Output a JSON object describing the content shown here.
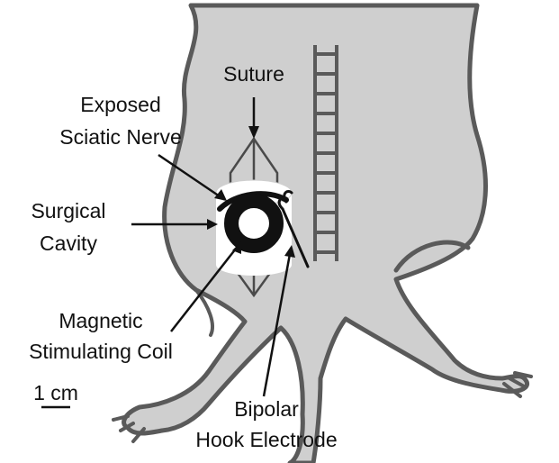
{
  "labels": {
    "suture": "Suture",
    "exposed_line1": "Exposed",
    "exposed_line2": "Sciatic Nerve",
    "surgical_line1": "Surgical",
    "surgical_line2": "Cavity",
    "magnetic_line1": "Magnetic",
    "magnetic_line2": "Stimulating Coil",
    "bipolar_line1": "Bipolar",
    "bipolar_line2": "Hook Electrode",
    "scale": "1 cm"
  },
  "colors": {
    "body_fill": "#cfcfcf",
    "outline": "#5a5a5a",
    "ink": "#111111",
    "cavity": "#ffffff"
  }
}
